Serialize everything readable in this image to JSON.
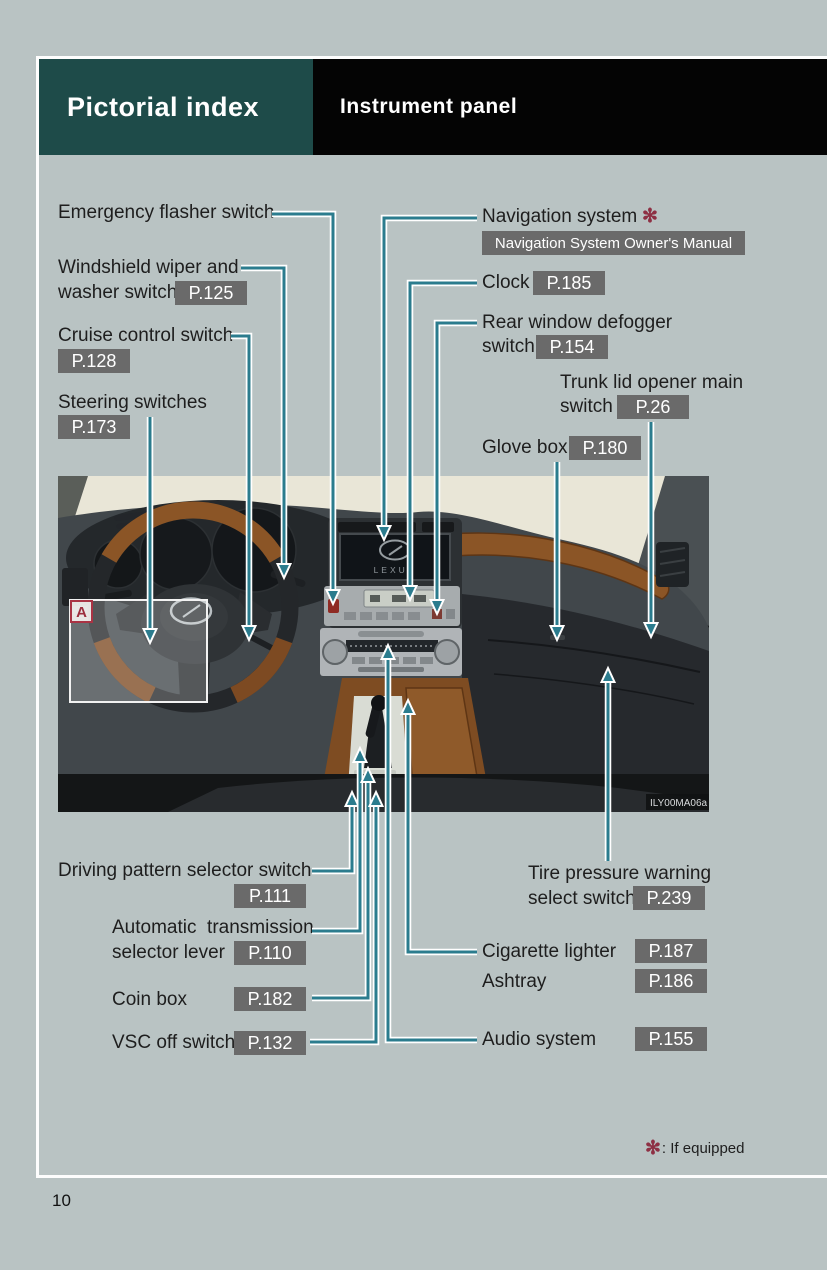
{
  "header": {
    "section_title": "Pictorial index",
    "page_title": "Instrument panel"
  },
  "callouts": {
    "emergency_flasher": {
      "label": "Emergency flasher switch"
    },
    "windshield_wiper": {
      "line1": "Windshield wiper and",
      "line2": "washer switch",
      "page": "P.125"
    },
    "cruise_control": {
      "label": "Cruise control switch",
      "page": "P.128"
    },
    "steering_switches": {
      "label": "Steering switches",
      "page": "P.173"
    },
    "navigation": {
      "label": "Navigation system",
      "asterisk": "✻",
      "badge": "Navigation System Owner's Manual"
    },
    "clock": {
      "label": "Clock",
      "page": "P.185"
    },
    "rear_defogger": {
      "line1": "Rear window defogger",
      "line2": "switch",
      "page": "P.154"
    },
    "trunk_lid": {
      "line1": "Trunk lid opener main",
      "line2": "switch",
      "page": "P.26"
    },
    "glove_box": {
      "label": "Glove box",
      "page": "P.180"
    },
    "driving_pattern": {
      "label": "Driving pattern selector switch",
      "page": "P.111"
    },
    "auto_transmission": {
      "line1": "Automatic  transmission",
      "line2": "selector lever",
      "page": "P.110"
    },
    "coin_box": {
      "label": "Coin box",
      "page": "P.182"
    },
    "vsc_off": {
      "label": "VSC off switch",
      "page": "P.132"
    },
    "tire_pressure": {
      "line1": "Tire pressure warning",
      "line2": "select switch",
      "page": "P.239"
    },
    "cigarette_lighter": {
      "label": "Cigarette lighter",
      "page": "P.187"
    },
    "ashtray": {
      "label": "Ashtray",
      "page": "P.186"
    },
    "audio_system": {
      "label": "Audio system",
      "page": "P.155"
    }
  },
  "photo": {
    "watermark": "ILY00MA06a",
    "inset_label": "A",
    "logo_text": "LEXUS"
  },
  "footnote": {
    "symbol": "✻",
    "text": ": If equipped"
  },
  "page_number": "10",
  "colors": {
    "page_bg": "#b9c3c3",
    "header_teal": "#1e4b49",
    "header_black": "#040404",
    "badge_gray": "#6a6a6a",
    "leader_line_teal": "#2b7c8e",
    "asterisk_red": "#8e3044"
  }
}
